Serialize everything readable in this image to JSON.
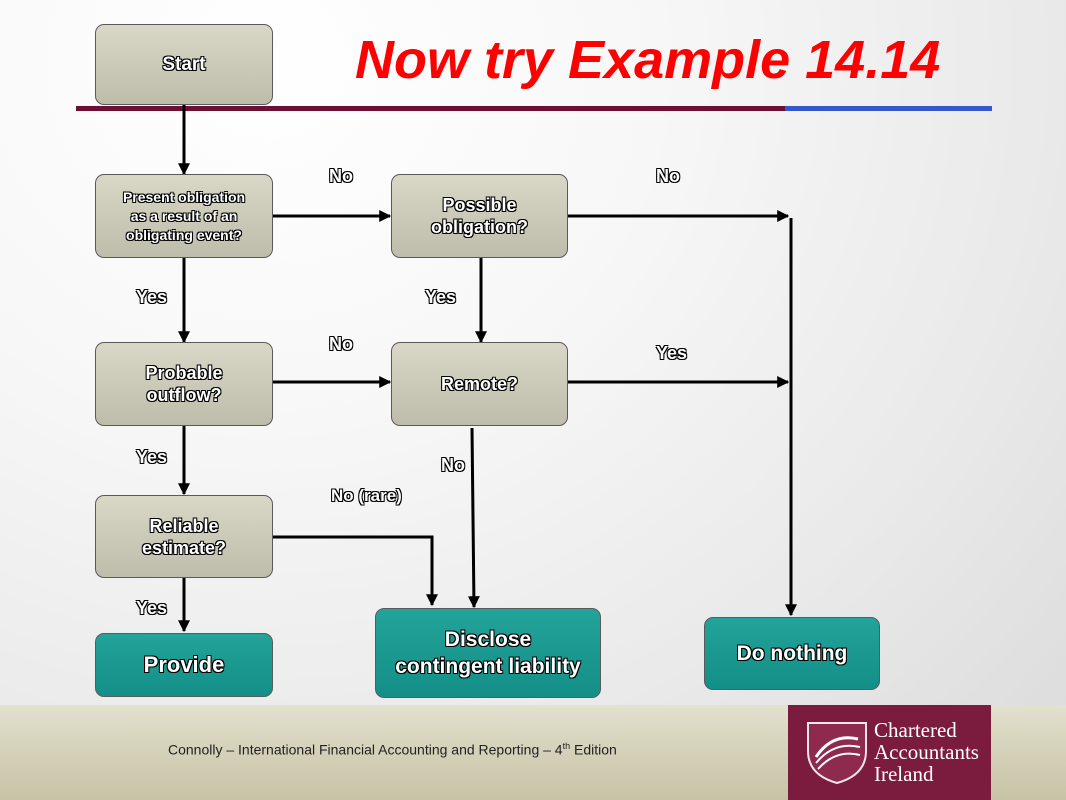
{
  "title": "Now try Example 14.14",
  "nodes": {
    "start": "Start",
    "present_obligation_lines": [
      "Present obligation",
      "as a result of an",
      "obligating event?"
    ],
    "possible_obligation_lines": [
      "Possible",
      "obligation?"
    ],
    "probable_outflow_lines": [
      "Probable",
      "outflow?"
    ],
    "remote": "Remote?",
    "reliable_estimate_lines": [
      "Reliable",
      "estimate?"
    ],
    "provide": "Provide",
    "disclose_lines": [
      "Disclose",
      "contingent liability"
    ],
    "do_nothing": "Do nothing"
  },
  "labels": {
    "no_1": "No",
    "no_2": "No",
    "yes_1": "Yes",
    "yes_2": "Yes",
    "no_3": "No",
    "yes_3": "Yes",
    "yes_4": "Yes",
    "no_4": "No",
    "no_rare": "No (rare)",
    "yes_5": "Yes"
  },
  "footer": {
    "text_before_sup": "Connolly – International Financial Accounting and Reporting – 4",
    "sup": "th",
    "text_after_sup": " Edition"
  },
  "logo": {
    "lines": [
      "Chartered",
      "Accountants",
      "Ireland"
    ]
  },
  "colors": {
    "title": "#ff0000",
    "rule_left": "#6d0f35",
    "rule_right": "#3557c9",
    "decision_box": "#c9c7b6",
    "outcome_box": "#1a9a92",
    "logo_bg": "#7b1c3e"
  }
}
